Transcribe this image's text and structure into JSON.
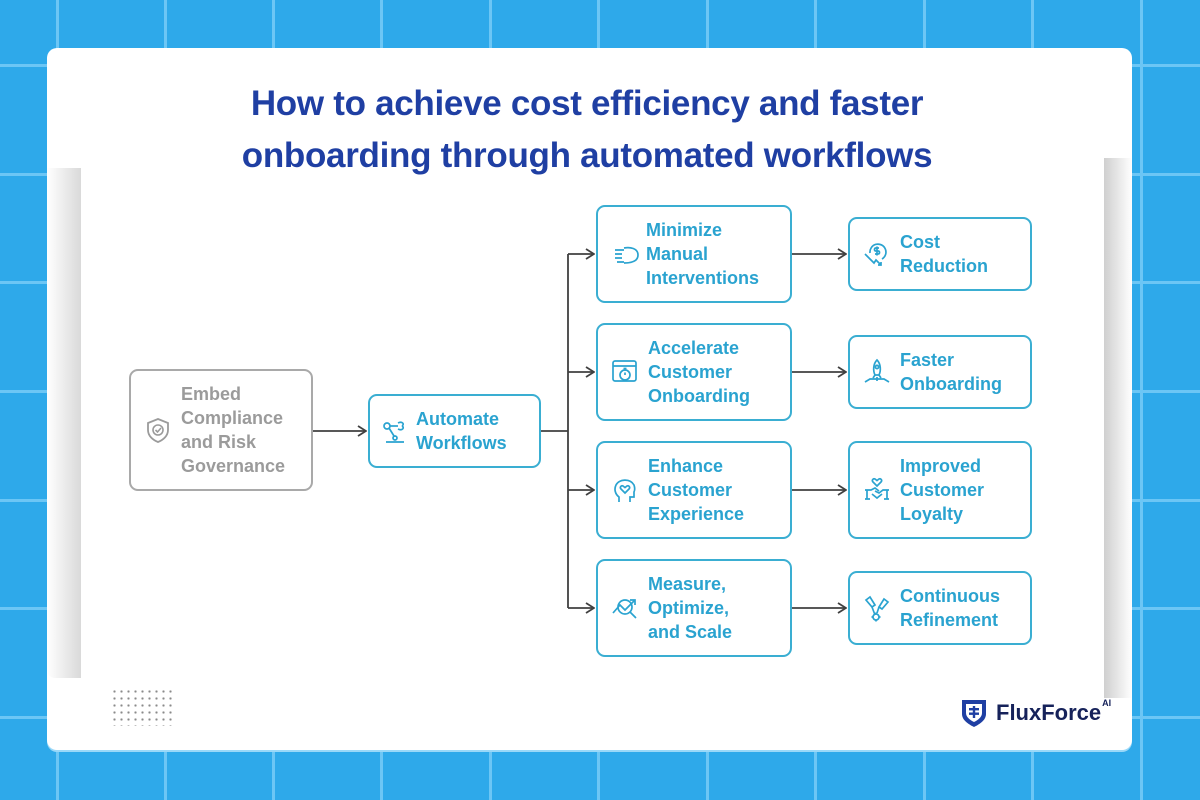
{
  "title": {
    "line1": "How to achieve cost efficiency and faster",
    "line2": "onboarding through automated workflows"
  },
  "colors": {
    "background": "#2ea9ea",
    "grid_line": "#6cc6f5",
    "title": "#1f3fa3",
    "accent": "#2aa3d0",
    "box_border": "#3aaed2",
    "inactive": "#9b9b9b",
    "arrow": "#404040"
  },
  "diagram": {
    "root": {
      "label_lines": [
        "Embed",
        "Compliance",
        "and Risk",
        "Governance"
      ],
      "icon": "shield-check-icon",
      "state": "inactive"
    },
    "hub": {
      "label_lines": [
        "Automate",
        "Workflows"
      ],
      "icon": "robotic-arm-icon"
    },
    "branches": [
      {
        "action": {
          "label_lines": [
            "Minimize",
            "Manual",
            "Interventions"
          ],
          "icon": "hand-point-icon"
        },
        "outcome": {
          "label_lines": [
            "Cost",
            "Reduction"
          ],
          "icon": "dollar-down-icon"
        }
      },
      {
        "action": {
          "label_lines": [
            "Accelerate",
            "Customer",
            "Onboarding"
          ],
          "icon": "browser-stopwatch-icon"
        },
        "outcome": {
          "label_lines": [
            "Faster",
            "Onboarding"
          ],
          "icon": "rocket-icon"
        }
      },
      {
        "action": {
          "label_lines": [
            "Enhance",
            "Customer",
            "Experience"
          ],
          "icon": "head-heart-icon"
        },
        "outcome": {
          "label_lines": [
            "Improved",
            "Customer",
            "Loyalty"
          ],
          "icon": "handshake-heart-icon"
        }
      },
      {
        "action": {
          "label_lines": [
            "Measure,",
            "Optimize,",
            "and Scale"
          ],
          "icon": "chart-magnifier-icon"
        },
        "outcome": {
          "label_lines": [
            "Continuous",
            "Refinement"
          ],
          "icon": "tools-gear-icon"
        }
      }
    ]
  },
  "brand": {
    "name": "FluxForce",
    "superscript": "AI",
    "icon": "shield-logo-icon"
  }
}
